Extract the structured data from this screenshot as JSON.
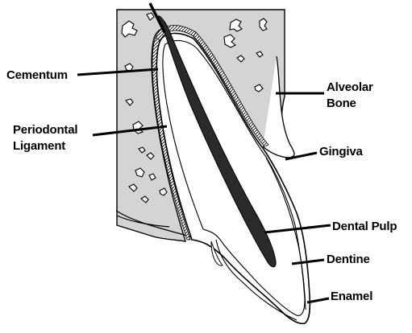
{
  "labels": {
    "cementum": "Cementum",
    "periodontal_line1": "Periodontal",
    "periodontal_line2": "Ligament",
    "alveolar_line1": "Alveolar",
    "alveolar_line2": "Bone",
    "gingiva": "Gingiva",
    "dental_pulp": "Dental Pulp",
    "dentine": "Dentine",
    "enamel": "Enamel"
  },
  "colors": {
    "bone_fill": "#d4d4d4",
    "outline": "#000000",
    "background": "#ffffff",
    "pulp": "#2a2a2a"
  }
}
